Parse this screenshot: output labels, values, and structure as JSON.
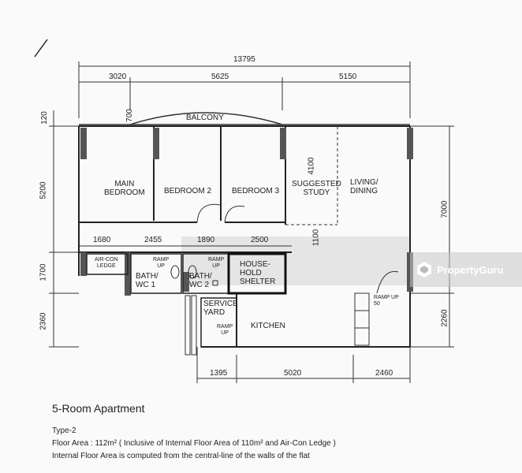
{
  "dimensions": {
    "overall_top": "13795",
    "top_segments": [
      "3020",
      "5625",
      "5150"
    ],
    "left_side": [
      "120",
      "5200",
      "1700",
      "2360"
    ],
    "balcony_depth": "700",
    "right_side": [
      "7000",
      "2260"
    ],
    "middle_row": [
      "1680",
      "2455",
      "1890",
      "2500"
    ],
    "study_width": "4100",
    "study_depth": "1100",
    "bottom_segments": [
      "1395",
      "5020",
      "2460"
    ]
  },
  "rooms": {
    "balcony": "BALCONY",
    "main_bedroom": [
      "MAIN",
      "BEDROOM"
    ],
    "bedroom2": "BEDROOM 2",
    "bedroom3": "BEDROOM 3",
    "suggested_study": [
      "SUGGESTED",
      "STUDY"
    ],
    "living_dining": [
      "LIVING/",
      "DINING"
    ],
    "aircon_ledge": [
      "AIR-CON",
      "LEDGE"
    ],
    "bath_wc1": [
      "BATH/",
      "WC 1"
    ],
    "bath_wc2": [
      "BATH/",
      "WC 2"
    ],
    "ramp_up": [
      "RAMP",
      "UP"
    ],
    "ramp_up_right": [
      "RAMP UP",
      "50"
    ],
    "household_shelter": [
      "HOUSE-",
      "HOLD",
      "SHELTER"
    ],
    "service_yard": [
      "SERVICE",
      "YARD"
    ],
    "kitchen": "KITCHEN"
  },
  "footer": {
    "title": "5-Room Apartment",
    "type": "Type-2",
    "floor_area": "Floor Area : 112m²  ( Inclusive of Internal Floor Area of 110m²  and Air-Con Ledge )",
    "note": "Internal Floor Area is computed from the central-line of the walls of the flat"
  },
  "watermark": "PropertyGuru"
}
